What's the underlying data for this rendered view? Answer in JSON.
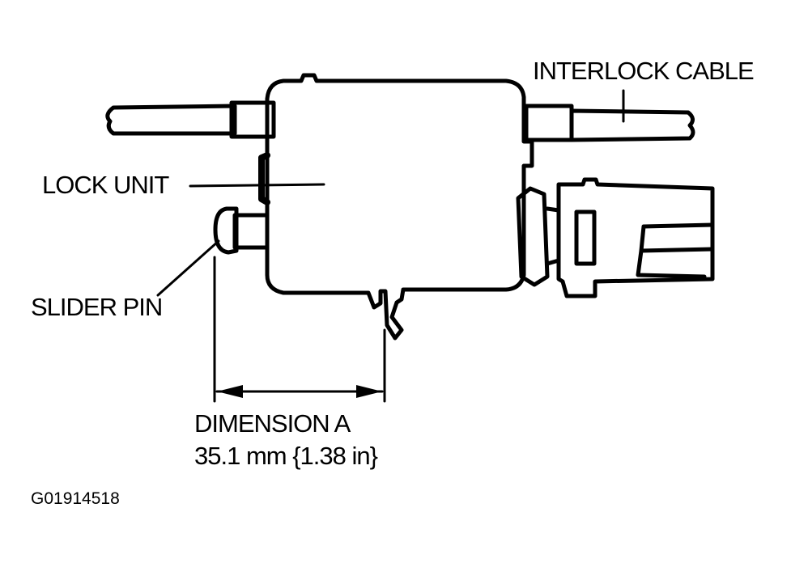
{
  "labels": {
    "interlock_cable": "INTERLOCK CABLE",
    "lock_unit": "LOCK UNIT",
    "slider_pin": "SLIDER PIN",
    "dimension_title": "DIMENSION A",
    "dimension_value": "35.1 mm {1.38 in}"
  },
  "figure_code": "G01914518",
  "colors": {
    "ink": "#000000",
    "paper": "#ffffff"
  }
}
